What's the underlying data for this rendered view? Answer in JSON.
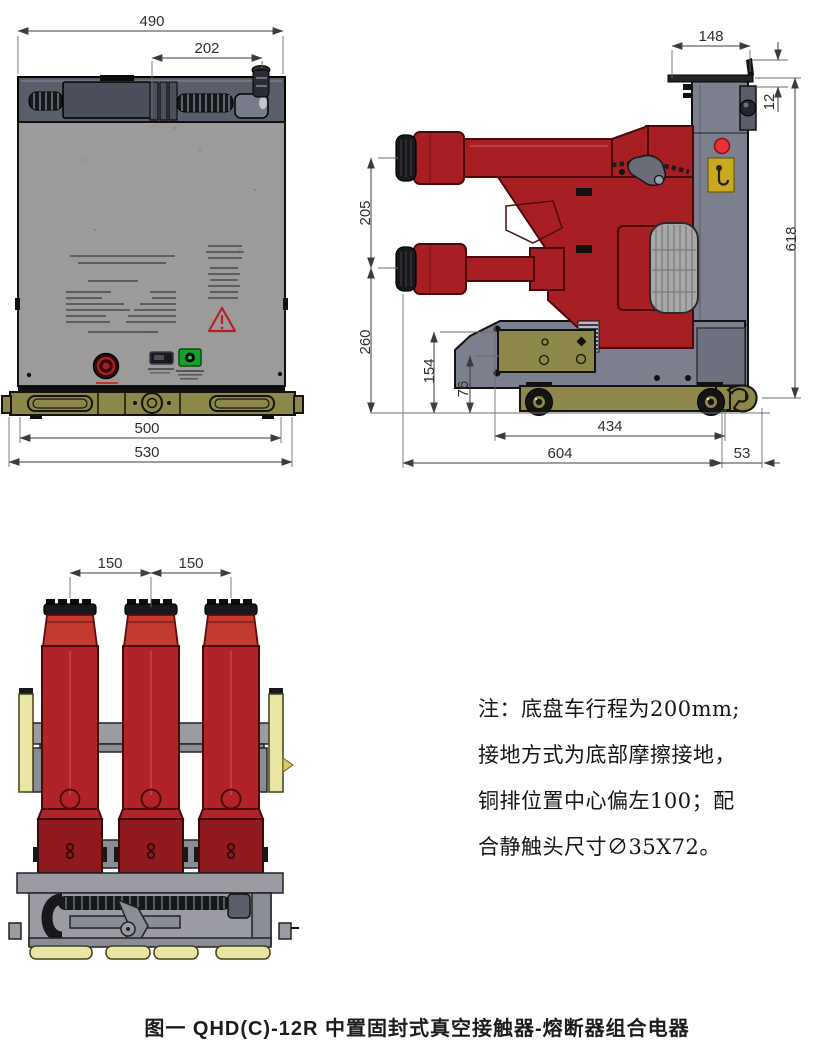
{
  "caption": "图一 QHD(C)-12R 中置固封式真空接触器-熔断器组合电器",
  "note": {
    "lines": [
      "注：底盘车行程为200mm;",
      "接地方式为底部摩擦接地，",
      "铜排位置中心偏左100；配",
      "合静触头尺寸∅35X72。"
    ]
  },
  "views": {
    "front": {
      "dims": {
        "top_width": "490",
        "operator_offset": "202",
        "base_width": "500",
        "overall_width": "530"
      }
    },
    "side": {
      "dims": {
        "bracket_width": "148",
        "bracket_offset": "12",
        "overall_height": "618",
        "bushing_pitch": "205",
        "lower_bushing_height": "260",
        "plate_height": "154",
        "plate_offset": "76",
        "chassis_length": "434",
        "overall_depth": "604",
        "rear_overhang": "53"
      }
    },
    "poles": {
      "dims": {
        "pole_pitch_left": "150",
        "pole_pitch_right": "150"
      }
    }
  },
  "colors": {
    "insulation_red": "#a81f23",
    "pole_red": "#b02427",
    "taper_red": "#c23a30",
    "dark_red_band": "#8f1a1d",
    "chassis_olive": "#8d8749",
    "pale_yellow": "#e9e5a3",
    "frame_gray": "#7b7f8e",
    "panel_gray": "#9c9b99",
    "mechanism_slate": "#5a5e6a",
    "indicator_green": "#17a02a",
    "button_red": "#e8323c",
    "hook_label_yellow": "#c9a91e",
    "warning_red": "#b3202a",
    "dimension_line": "#3c3c3c"
  }
}
